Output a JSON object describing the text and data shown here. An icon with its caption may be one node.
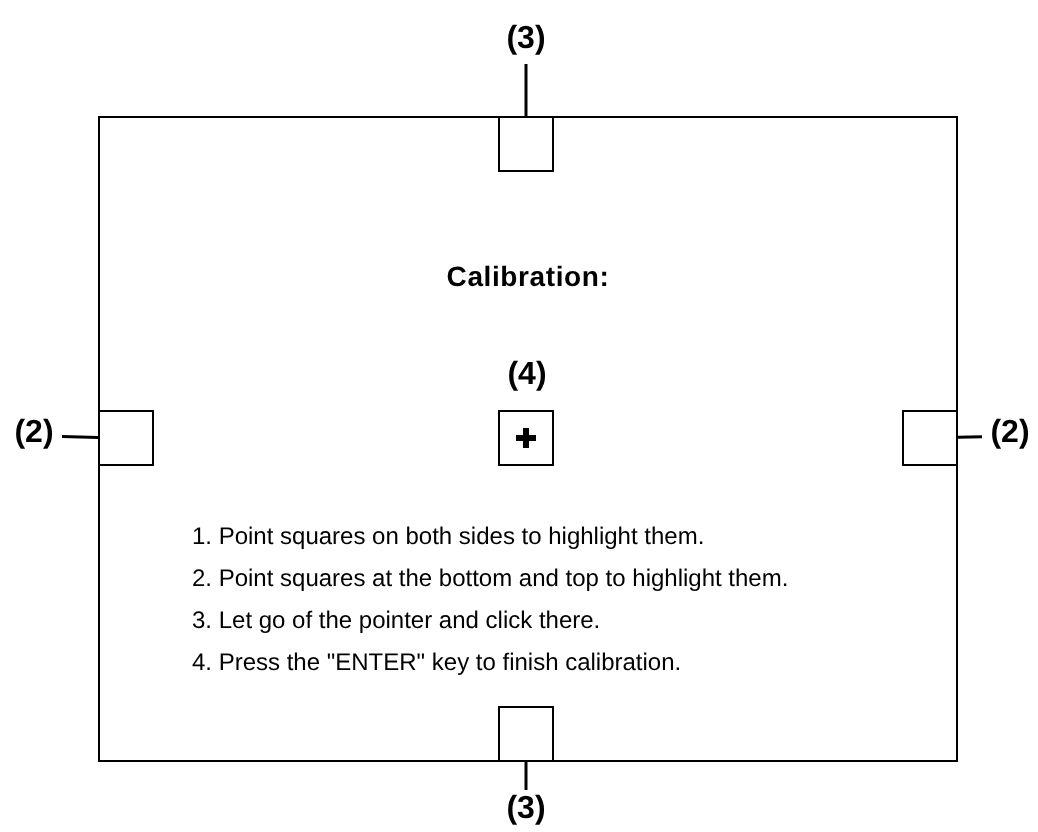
{
  "diagram": {
    "nodes": [
      {
        "text": [
          "Calibration:",
          "1. Point squares on both sides to highlight them.",
          "2. Point squares at the bottom and top to highlight them.",
          "3. Let go of the pointer and click there.",
          "4. Press the \"ENTER\" key to finish calibration."
        ]
      },
      {
        "text": [
          "(3)"
        ]
      },
      {
        "text": [],
        "shape": "box",
        "in": 0
      },
      {
        "text": [
          "(2)"
        ]
      },
      {
        "text": [],
        "shape": "box",
        "in": 0
      },
      {
        "text": [],
        "shape": "box",
        "in": 0,
        "beside": [
          "(4)"
        ]
      },
      {
        "text": [],
        "shape": "box",
        "in": 0
      },
      {
        "text": [
          "(2)"
        ]
      },
      {
        "text": [],
        "shape": "box",
        "in": 0
      },
      {
        "text": [
          "(3)"
        ]
      }
    ],
    "edges": [
      {
        "from": 1,
        "to": 2,
        "arrow": "none"
      },
      {
        "from": 3,
        "to": 4,
        "arrow": "none"
      },
      {
        "from": 7,
        "to": 6,
        "arrow": "none"
      },
      {
        "from": 9,
        "to": 8,
        "arrow": "none"
      }
    ]
  }
}
